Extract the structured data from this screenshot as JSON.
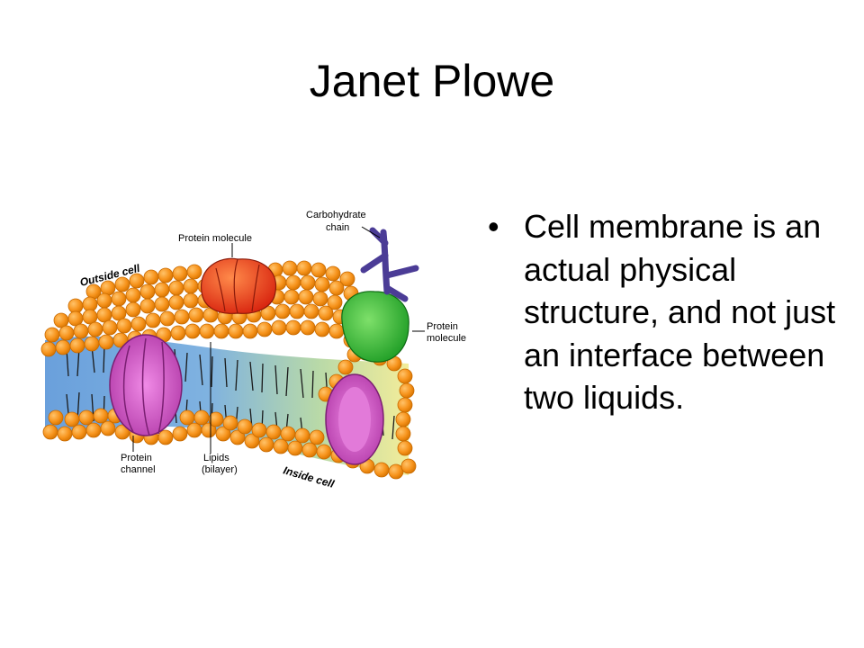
{
  "slide": {
    "title": "Janet Plowe",
    "bullets": [
      "Cell membrane is an actual physical structure, and not just an interface between two liquids."
    ]
  },
  "diagram": {
    "labels": {
      "outside_cell": "Outside cell",
      "inside_cell": "Inside cell",
      "protein_molecule_top": "Protein molecule",
      "carbohydrate_line1": "Carbohydrate",
      "carbohydrate_line2": "chain",
      "protein_molecule_right_line1": "Protein",
      "protein_molecule_right_line2": "molecule",
      "protein_channel_line1": "Protein",
      "protein_channel_line2": "channel",
      "lipids_line1": "Lipids",
      "lipids_line2": "(bilayer)"
    },
    "colors": {
      "lipid_head": "#f7941d",
      "lipid_head_edge": "#c86a00",
      "channel_protein": "#c94fc0",
      "surface_protein_red": "#e8321e",
      "surface_protein_green": "#22a82a",
      "carbohydrate": "#4b3c96",
      "interior_blue": "#5b8fd6",
      "interior_yellow": "#f2ec9a"
    }
  }
}
